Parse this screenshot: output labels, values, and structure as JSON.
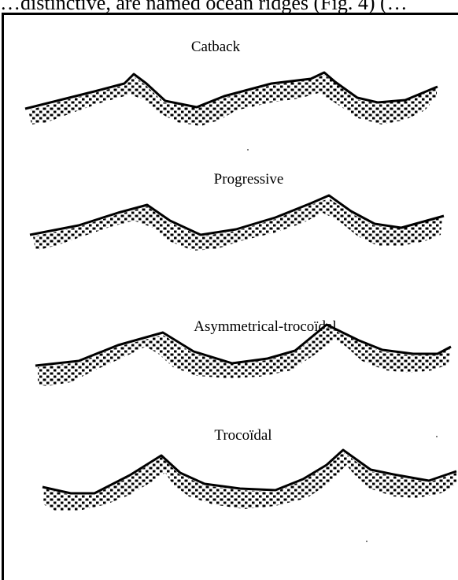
{
  "caption_fragment": "…distinctive, are named ocean ridges (Fig. 4) (…",
  "profiles": [
    {
      "title": "Catback"
    },
    {
      "title": "Progressive"
    },
    {
      "title": "Asymmetrical-trocoïdal"
    },
    {
      "title": "Trocoïdal"
    }
  ],
  "colors": {
    "line": "#000000",
    "stipple": "#000000",
    "background": "#ffffff"
  }
}
